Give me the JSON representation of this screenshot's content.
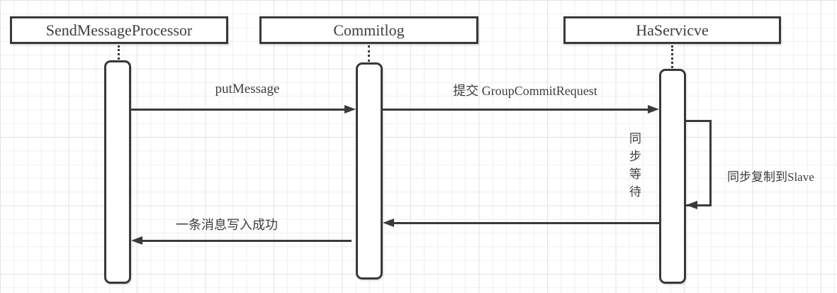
{
  "diagram": {
    "kind": "uml-sequence-diagram",
    "lifelines": [
      {
        "name": "SendMessageProcessor"
      },
      {
        "name": "Commitlog"
      },
      {
        "name": "HaServicve"
      }
    ],
    "messages": [
      {
        "label": "putMessage",
        "from": "SendMessageProcessor",
        "to": "Commitlog",
        "kind": "sync"
      },
      {
        "label": "提交 GroupCommitRequest",
        "from": "Commitlog",
        "to": "HaServicve",
        "kind": "sync"
      },
      {
        "label": "同步复制到Slave",
        "from": "HaServicve",
        "to": "HaServicve",
        "kind": "self-loop"
      },
      {
        "label": "",
        "from": "HaServicve",
        "to": "Commitlog",
        "kind": "return"
      },
      {
        "label": "一条消息写入成功",
        "from": "Commitlog",
        "to": "SendMessageProcessor",
        "kind": "return"
      }
    ],
    "annotations": [
      {
        "text": "同步等待",
        "orientation": "vertical",
        "attached_to": "HaServicve"
      }
    ],
    "colors": {
      "line": "#3a3a3a",
      "shape_fill": "#ffffff",
      "grid_minor": "#efefef",
      "grid_major": "#e3e3e3",
      "background": "#ffffff"
    }
  }
}
